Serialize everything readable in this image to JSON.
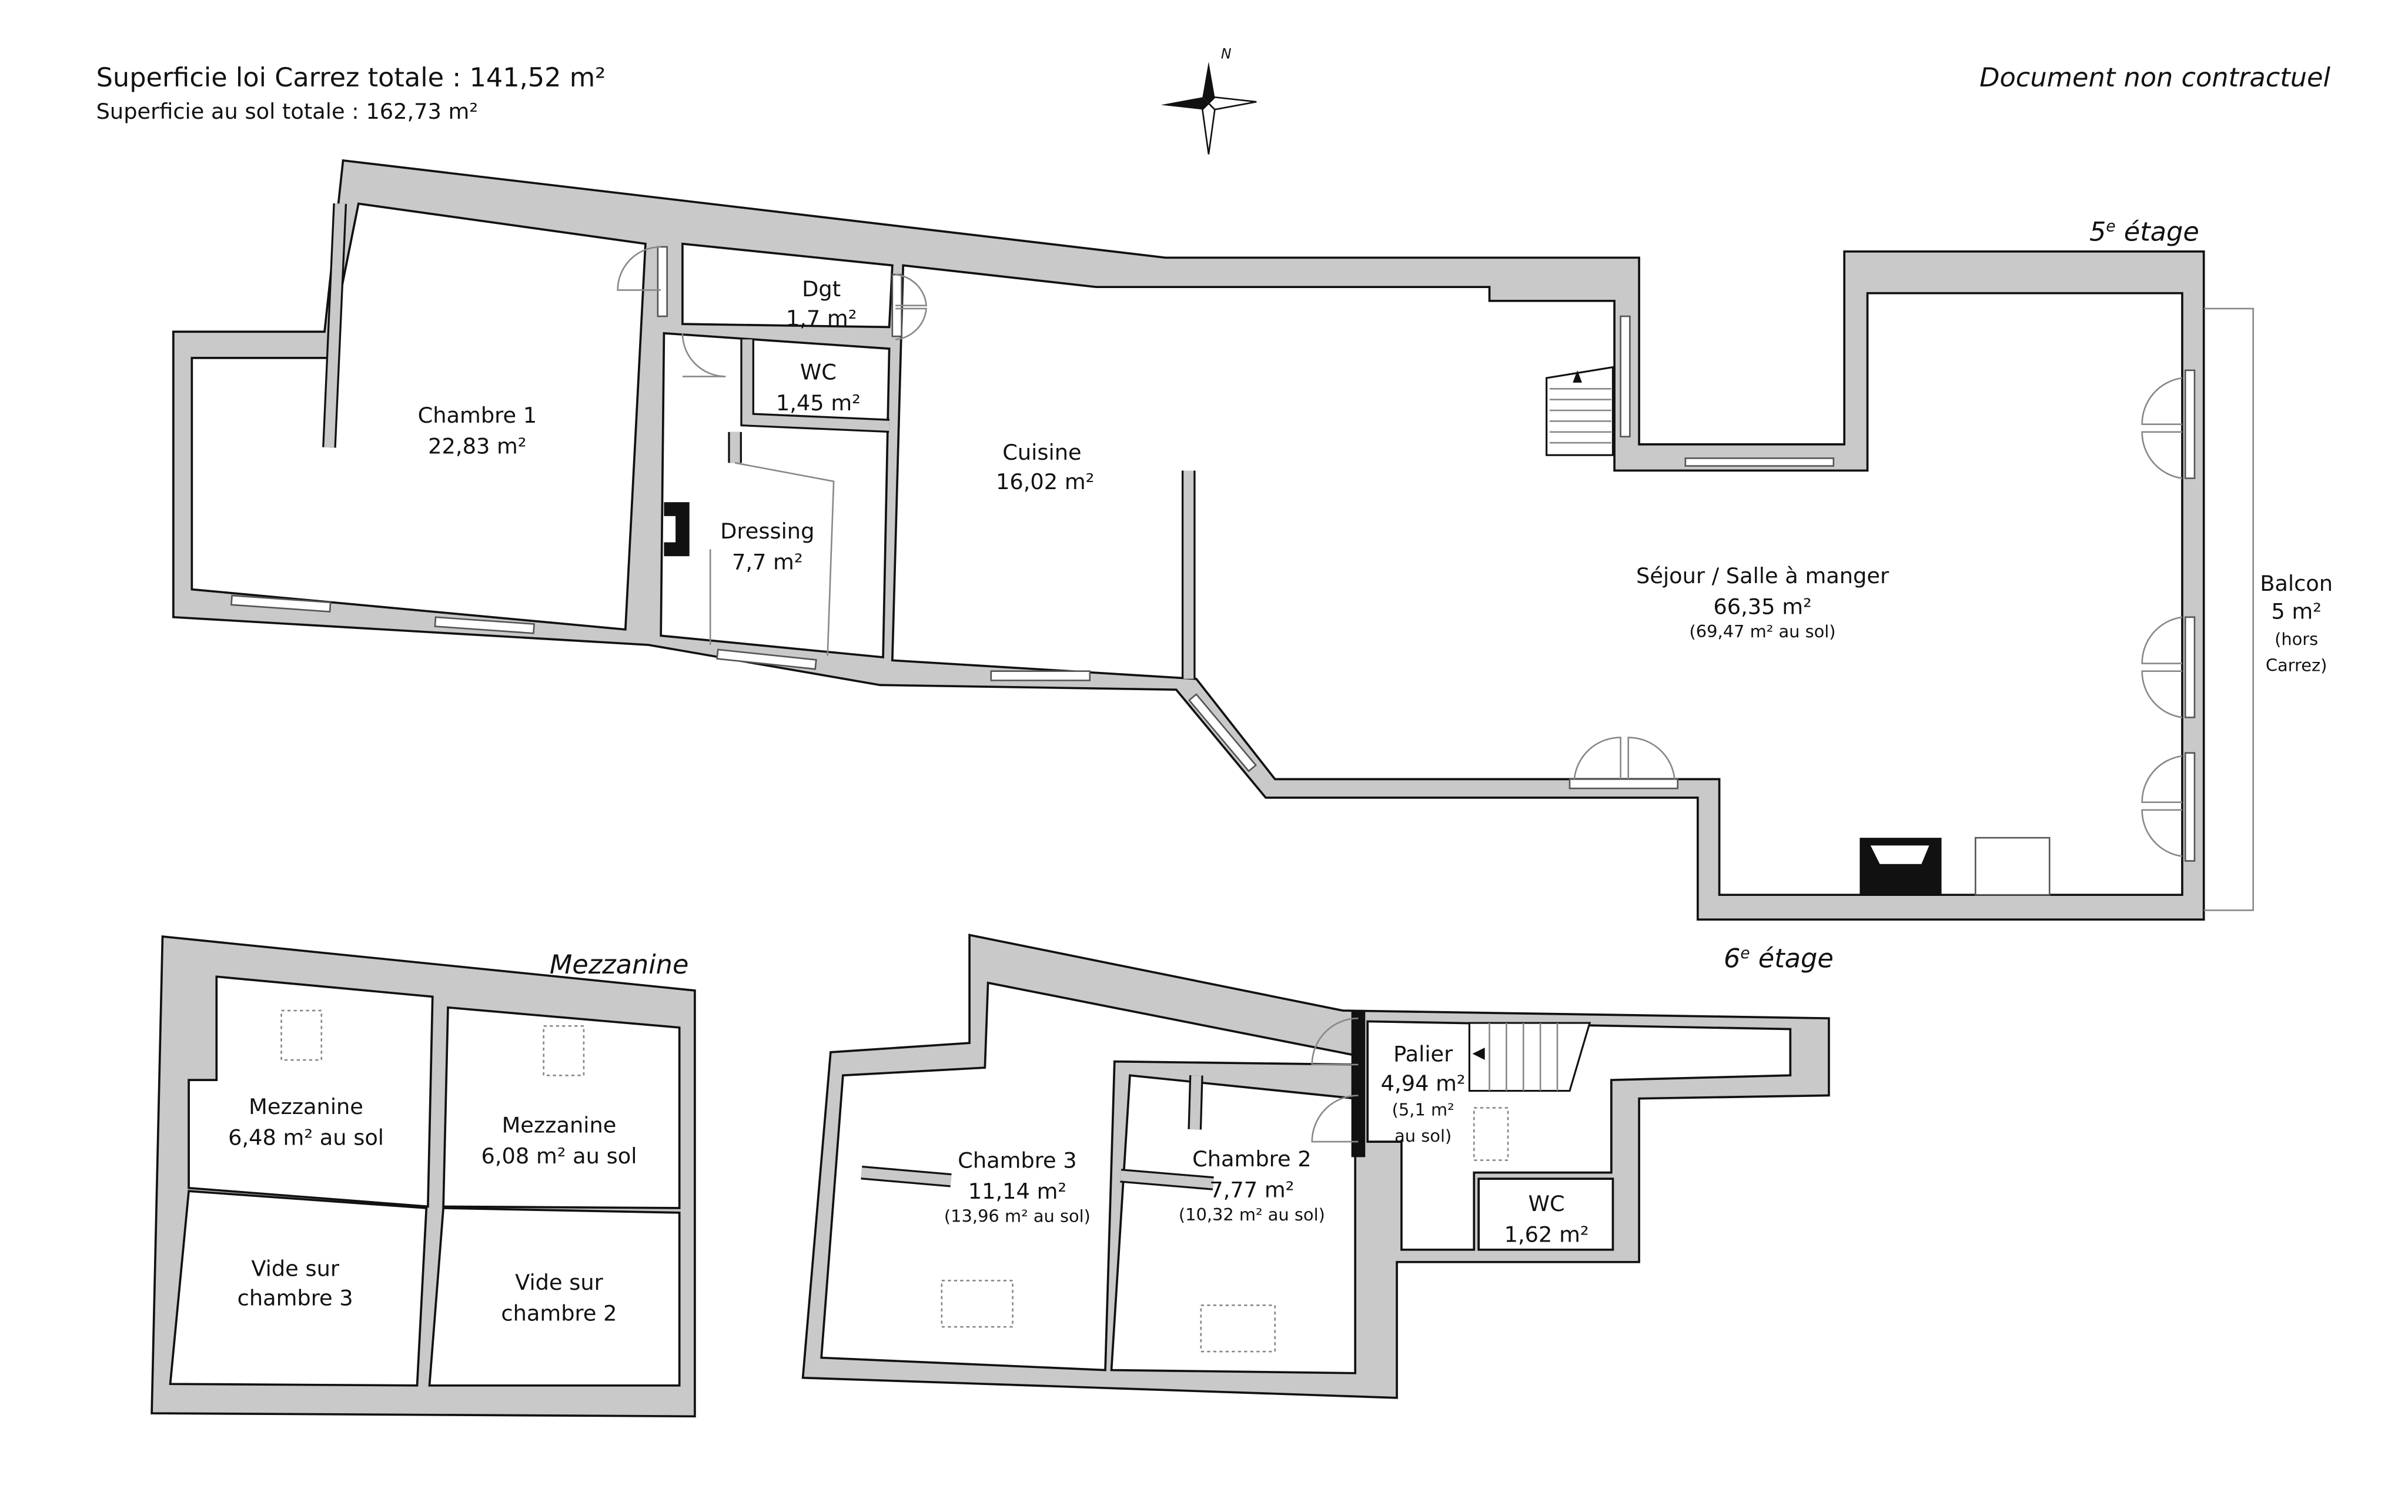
{
  "header": {
    "carrez_total": "Superficie loi Carrez totale :  141,52 m²",
    "sol_total": "Superficie au sol totale :  162,73 m²",
    "disclaimer": "Document non contractuel"
  },
  "compass": {
    "north_label": "N"
  },
  "floors": {
    "fifth": {
      "num": "5",
      "sup": "e",
      "text": " étage"
    },
    "sixth": {
      "num": "6",
      "sup": "e",
      "text": " étage"
    },
    "mezzanine": "Mezzanine"
  },
  "rooms": {
    "chambre1": {
      "name": "Chambre 1",
      "area": "22,83 m²"
    },
    "dgt": {
      "name": "Dgt",
      "area": "1,7 m²"
    },
    "wc5": {
      "name": "WC",
      "area": "1,45 m²"
    },
    "dressing": {
      "name": "Dressing",
      "area": "7,7 m²"
    },
    "cuisine": {
      "name": "Cuisine",
      "area": "16,02 m²"
    },
    "sejour": {
      "name": "Séjour / Salle à manger",
      "area": "66,35 m²",
      "sol": "(69,47 m² au sol)"
    },
    "balcon": {
      "name": "Balcon",
      "area": "5 m²",
      "note1": "(hors",
      "note2": "Carrez)"
    },
    "mezz1": {
      "name": "Mezzanine",
      "area": "6,48 m² au sol"
    },
    "mezz2": {
      "name": "Mezzanine",
      "area": "6,08 m² au sol"
    },
    "vide3": {
      "line1": "Vide sur",
      "line2": "chambre 3"
    },
    "vide2": {
      "line1": "Vide sur",
      "line2": "chambre 2"
    },
    "chambre3": {
      "name": "Chambre 3",
      "area": "11,14 m²",
      "sol": "(13,96 m² au sol)"
    },
    "chambre2": {
      "name": "Chambre 2",
      "area": "7,77 m²",
      "sol": "(10,32 m² au sol)"
    },
    "palier": {
      "name": "Palier",
      "area": "4,94 m²",
      "sol1": "(5,1 m²",
      "sol2": "au sol)"
    },
    "wc6": {
      "name": "WC",
      "area": "1,62 m²"
    }
  }
}
